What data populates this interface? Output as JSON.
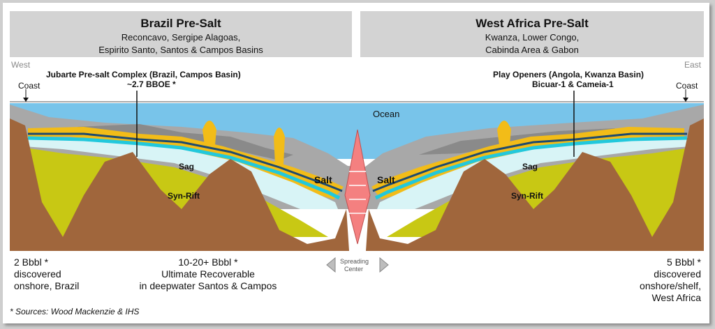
{
  "left_header": {
    "title": "Brazil Pre-Salt",
    "line1": "Reconcavo, Sergipe Alagoas,",
    "line2": "Espirito Santo, Santos & Campos Basins"
  },
  "right_header": {
    "title": "West Africa Pre-Salt",
    "line1": "Kwanza, Lower Congo,",
    "line2": "Cabinda Area & Gabon"
  },
  "directions": {
    "west": "West",
    "east": "East"
  },
  "coast": {
    "left": "Coast",
    "right": "Coast"
  },
  "wells": {
    "left_line1": "Jubarte Pre-salt Complex (Brazil, Campos Basin)",
    "left_line2": "~2.7 BBOE *",
    "right_line1": "Play Openers (Angola, Kwanza Basin)",
    "right_line2": "Bicuar-1 & Cameia-1"
  },
  "layers": {
    "ocean": "Ocean",
    "sag_left": "Sag",
    "sag_right": "Sag",
    "synrift_left": "Syn-Rift",
    "synrift_right": "Syn-Rift",
    "salt_left": "Salt",
    "salt_right": "Salt",
    "spreading_line1": "Spreading",
    "spreading_line2": "Center"
  },
  "bottom": {
    "left": [
      "2 Bbbl *",
      "discovered",
      "onshore, Brazil"
    ],
    "center": [
      "10-20+ Bbbl *",
      "Ultimate Recoverable",
      "in deepwater Santos & Campos"
    ],
    "right": [
      "5 Bbbl *",
      "discovered",
      "onshore/shelf,",
      "West Africa"
    ]
  },
  "source": "* Sources: Wood Mackenzie & IHS",
  "colors": {
    "ocean": "#78c4ea",
    "basement": "#a0663c",
    "synrift": "#c8c814",
    "sag": "#d8f4f6",
    "salt": "#f2bc18",
    "postsalt_gray": "#a8a8a8",
    "postsalt_dark": "#8a8a8a",
    "spreading": "#f48080"
  }
}
